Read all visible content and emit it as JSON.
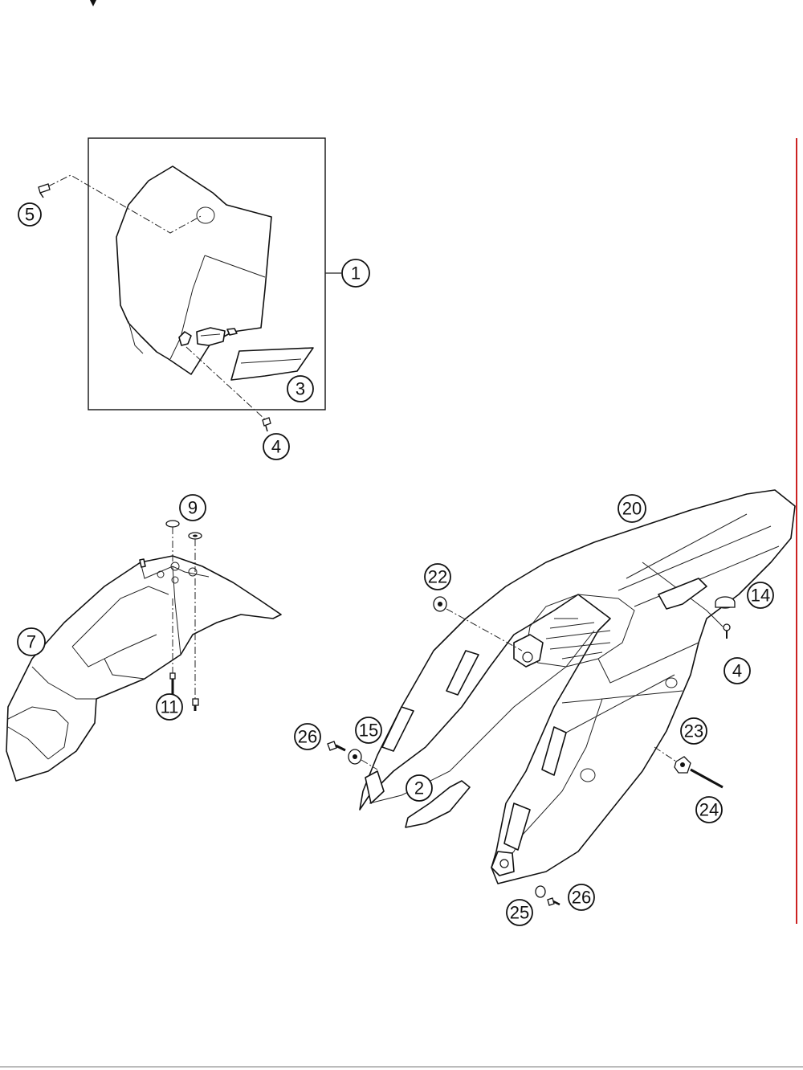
{
  "diagram": {
    "edge_color": "#cc2222",
    "callouts": [
      {
        "id": "c5a",
        "label": "5"
      },
      {
        "id": "c1",
        "label": "1"
      },
      {
        "id": "c3",
        "label": "3"
      },
      {
        "id": "c4a",
        "label": "4"
      },
      {
        "id": "c9",
        "label": "9"
      },
      {
        "id": "c7",
        "label": "7"
      },
      {
        "id": "c11",
        "label": "11"
      },
      {
        "id": "c20",
        "label": "20"
      },
      {
        "id": "c22",
        "label": "22"
      },
      {
        "id": "c14",
        "label": "14"
      },
      {
        "id": "c4b",
        "label": "4"
      },
      {
        "id": "c26a",
        "label": "26"
      },
      {
        "id": "c15",
        "label": "15"
      },
      {
        "id": "c2",
        "label": "2"
      },
      {
        "id": "c23",
        "label": "23"
      },
      {
        "id": "c24",
        "label": "24"
      },
      {
        "id": "c25",
        "label": "25"
      },
      {
        "id": "c26b",
        "label": "26"
      }
    ]
  }
}
